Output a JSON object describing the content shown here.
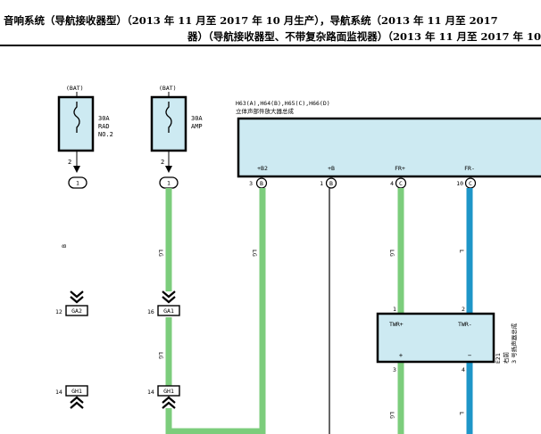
{
  "header": {
    "line1": "音响系统（导航接收器型）（2013 年 11 月至 2017 年 10 月生产），导航系统（2013 年 11 月至 2017",
    "line2": "器）（导航接收器型、不带复杂路面监视器）（2013 年 11 月至 2017 年 10"
  },
  "fuses": [
    {
      "supply": "(BAT)",
      "rating": "30A",
      "name_line1": "RAD",
      "name_line2": "NO.2",
      "pin_out": "2",
      "terminal": "1"
    },
    {
      "supply": "(BAT)",
      "rating": "30A",
      "name_line1": "AMP",
      "name_line2": "",
      "pin_out": "2",
      "terminal": "1"
    }
  ],
  "amplifier": {
    "connectors": "H63(A),H64(B),H65(C),H66(D)",
    "name": "立体声部件放大器总成",
    "pins": [
      {
        "label": "+B2",
        "pin": "3",
        "conn": "B"
      },
      {
        "label": "+B",
        "pin": "1",
        "conn": "B"
      },
      {
        "label": "FR+",
        "pin": "4",
        "conn": "C"
      },
      {
        "label": "FR-",
        "pin": "10",
        "conn": "C"
      }
    ]
  },
  "junctions": [
    {
      "pin": "12",
      "label": "GA2"
    },
    {
      "pin": "16",
      "label": "GA1"
    },
    {
      "pin": "14",
      "label": "GH1"
    },
    {
      "pin": "14",
      "label": "GH1"
    }
  ],
  "tweeter": {
    "pin_left_top": "1",
    "pin_right_top": "2",
    "label_plus": "TWR+",
    "label_minus": "TWR-",
    "sign_plus": "+",
    "sign_minus": "−",
    "pin_left_bottom": "3",
    "pin_right_bottom": "4",
    "ref": "E21",
    "pos": "右前",
    "name": "3 号扬声器总成"
  },
  "wire_colors": {
    "lg": "LG",
    "l": "L",
    "lg_hex": "#7ccd7c",
    "l_hex": "#1e96c8",
    "box_fill_hex": "#cdeaf2"
  },
  "wire_codes": {
    "fuse1_mid": "B",
    "fuse2_upper": "LG",
    "fuse2_lower": "LG",
    "b2": "LG",
    "frp": "LG",
    "frm": "L",
    "twr_plus": "LG",
    "twr_minus": "L"
  }
}
